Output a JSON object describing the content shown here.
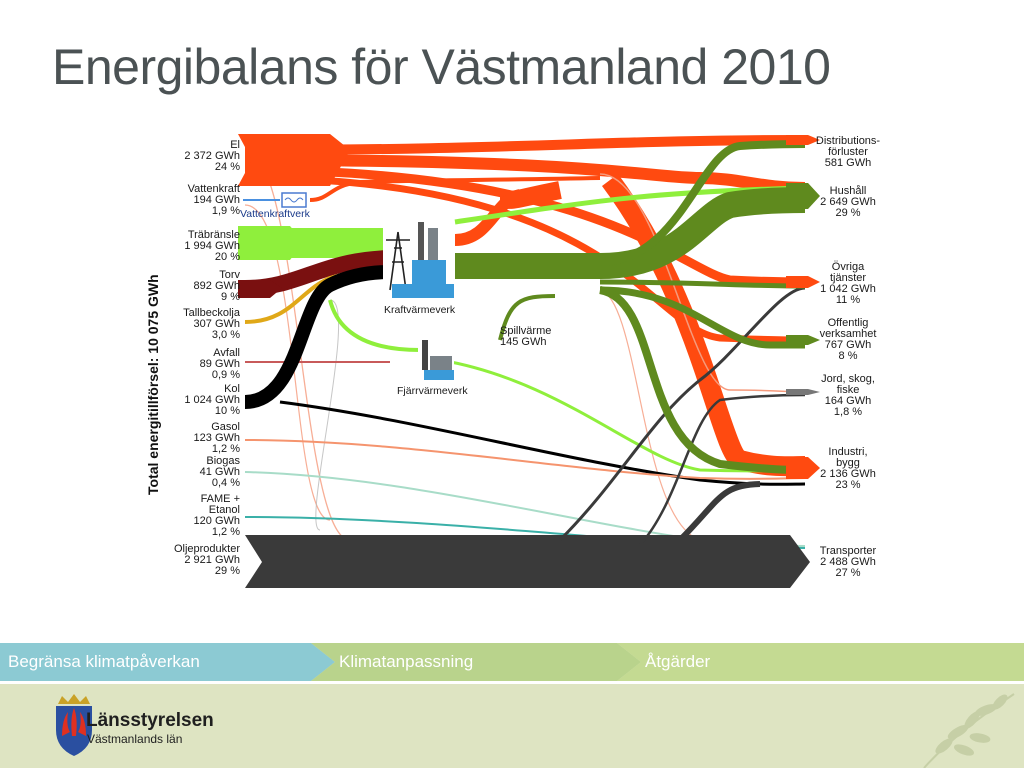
{
  "title": "Energibalans för Västmanland 2010",
  "diagram": {
    "axis_label": "Total energitillförsel: 10 075 GWh",
    "sources": [
      {
        "lines": [
          "El",
          "2 372 GWh",
          "24 %"
        ]
      },
      {
        "lines": [
          "Vattenkraft",
          "194 GWh",
          "1,9 %"
        ]
      },
      {
        "lines": [
          "Träbränsle",
          "1 994 GWh",
          "20 %"
        ]
      },
      {
        "lines": [
          "Torv",
          "892 GWh",
          "9 %"
        ]
      },
      {
        "lines": [
          "Tallbeckolja",
          "307 GWh",
          "3,0 %"
        ]
      },
      {
        "lines": [
          "Avfall",
          "89 GWh",
          "0,9 %"
        ]
      },
      {
        "lines": [
          "Kol",
          "1 024 GWh",
          "10 %"
        ]
      },
      {
        "lines": [
          "Gasol",
          "123 GWh",
          "1,2 %"
        ]
      },
      {
        "lines": [
          "Biogas",
          "41 GWh",
          "0,4 %"
        ]
      },
      {
        "lines": [
          "FAME +",
          "Etanol",
          "120 GWh",
          "1,2 %"
        ]
      },
      {
        "lines": [
          "Oljeprodukter",
          "2 921 GWh",
          "29 %"
        ]
      }
    ],
    "destinations": [
      {
        "lines": [
          "Distributions-",
          "förluster",
          "581 GWh"
        ]
      },
      {
        "lines": [
          "Hushåll",
          "2 649 GWh",
          "29 %"
        ]
      },
      {
        "lines": [
          "Övriga",
          "tjänster",
          "1 042 GWh",
          "11 %"
        ]
      },
      {
        "lines": [
          "Offentlig",
          "verksamhet",
          "767 GWh",
          "8 %"
        ]
      },
      {
        "lines": [
          "Jord, skog,",
          "fiske",
          "164 GWh",
          "1,8 %"
        ]
      },
      {
        "lines": [
          "Industri,",
          "bygg",
          "2 136 GWh",
          "23 %"
        ]
      },
      {
        "lines": [
          "Transporter",
          "2 488 GWh",
          "27 %"
        ]
      }
    ],
    "plants": {
      "hydro": "Vattenkraftverk",
      "chp": "Kraftvärmeverk",
      "district_heating": "Fjärrvärmeverk",
      "waste_heat": [
        "Spillvärme",
        "145 GWh"
      ]
    },
    "colors": {
      "el": "#ff4a10",
      "el_light": "#f59a7c",
      "wood": "#8fef3c",
      "peat": "#7a1010",
      "tall_oil": "#e0a818",
      "waste": "#c85a5a",
      "coal": "#000000",
      "lpg": "#f5946e",
      "biogas": "#a8dcc8",
      "fame": "#3ab0a8",
      "oil": "#3a3a3a",
      "heat": "#5f8a1e",
      "hydro": "#4a90e0"
    }
  },
  "nav": {
    "tabs": [
      {
        "label": "Begränsa klimatpåverkan",
        "color": "#8ccad3"
      },
      {
        "label": "Klimatanpassning",
        "color": "#b9d38c"
      },
      {
        "label": "Åtgärder",
        "color": "#c4da92"
      }
    ]
  },
  "footer": {
    "org_name": "Länsstyrelsen",
    "org_sub": "Västmanlands län"
  }
}
